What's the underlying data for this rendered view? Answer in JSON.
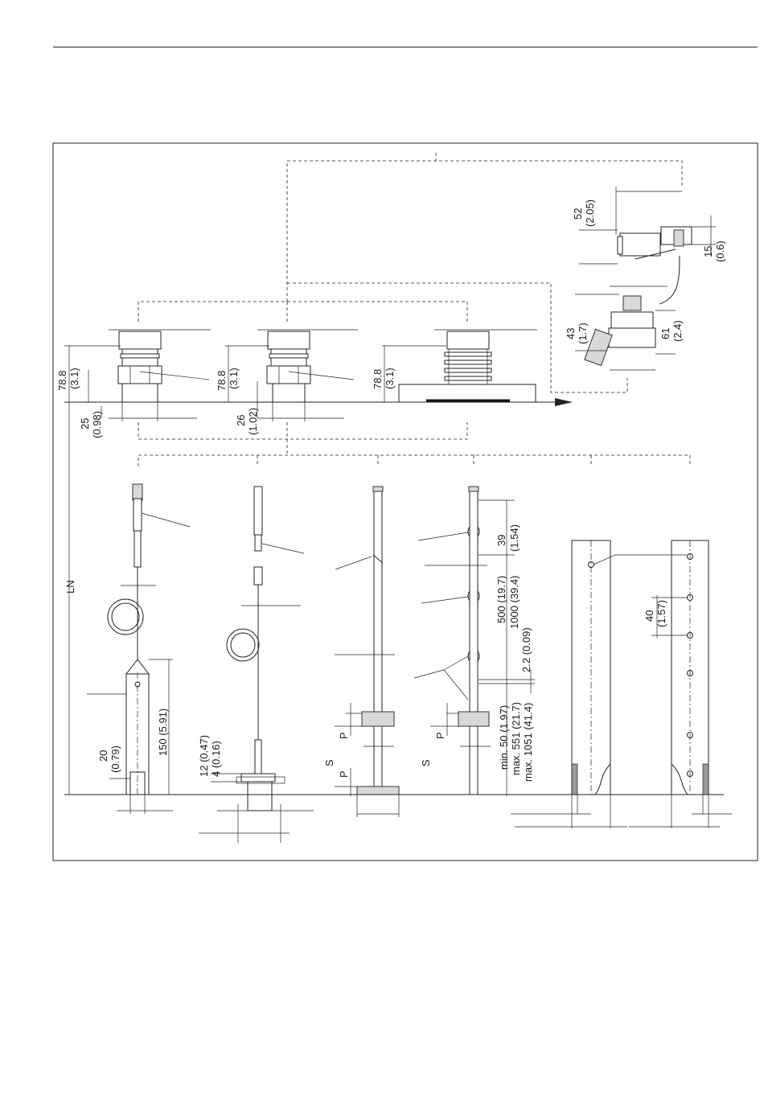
{
  "colors": {
    "line": "#222222",
    "background": "#ffffff",
    "part_fill": "#d8d8d8"
  },
  "dimensions": {
    "d_52": "52",
    "d_52_in": "(2.05)",
    "d_15": "15",
    "d_15_in": "(0.6)",
    "d_43": "43",
    "d_43_in": "(1.7)",
    "d_61": "61",
    "d_61_in": "(2.4)",
    "d_78a": "78.8",
    "d_78a_in": "(3.1)",
    "d_78b": "78.8",
    "d_78b_in": "(3.1)",
    "d_78c": "78.8",
    "d_78c_in": "(3.1)",
    "d_25": "25",
    "d_25_in": "(0.98)",
    "d_26": "26",
    "d_26_in": "(1.02)",
    "ln": "LN",
    "d_150": "150 (5.91)",
    "d_20": "20",
    "d_20_in": "(0.79)",
    "d_12": "12 (0.47)",
    "d_4": "4 (0.16)",
    "p1": "P",
    "p2": "P",
    "s1": "S",
    "p3": "P",
    "s2": "S",
    "d_39": "39",
    "d_39_in": "(1.54)",
    "d_500": "500 (19.7)",
    "d_1000": "1000 (39.4)",
    "d_2_2": "2.2 (0.09)",
    "d_min50": "min. 50 (1.97)",
    "d_max551": "max. 551 (21.7)",
    "d_max1051": "max. 1051 (41.4)",
    "d_40": "40",
    "d_40_in": "(1.57)"
  }
}
